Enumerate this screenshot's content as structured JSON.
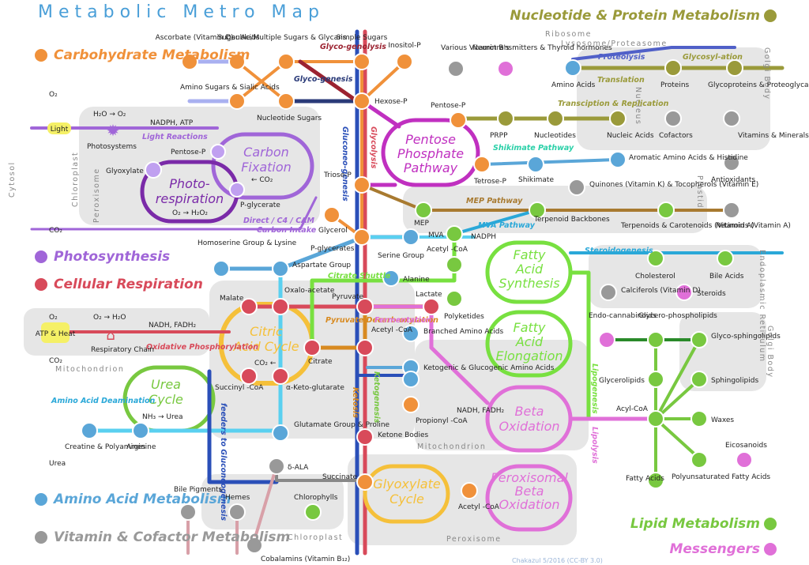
{
  "title": "Metabolic Metro Map",
  "credit": "Chakazul 5/2016 (CC-BY 3.0)",
  "colors": {
    "carbohydrate": "#f0913a",
    "photosynthesis": "#a066d8",
    "respiration": "#d84a5a",
    "amino": "#5aa6d8",
    "vitamin": "#999999",
    "nucleotide": "#9a9a3a",
    "lipid": "#78c840",
    "messenger": "#e070d8"
  },
  "legend": {
    "carbohydrate": "Carbohydrate Metabolism",
    "photosynthesis": "Photosynthesis",
    "respiration": "Cellular Respiration",
    "amino": "Amino Acid Metabolism",
    "vitamin": "Vitamin & Cofactor Metabolism",
    "nucleotide": "Nucleotide & Protein Metabolism",
    "lipid": "Lipid Metabolism",
    "messenger": "Messengers"
  },
  "compartments": {
    "cytosol": "Cytosol",
    "chloroplast_side": "Chloroplast",
    "peroxisome_side": "Peroxisome",
    "mitochondrion": "Mitochondrion",
    "mitochondrion_inner": "Mitochondrion",
    "chloroplast_bottom": "Chloroplast",
    "peroxisome_bottom": "Peroxisome",
    "ribosome": "Ribosome",
    "lysosome": "Lysosome/Proteasome",
    "nucleus": "Nucleus",
    "golgi_top": "Golgi Body",
    "plastid": "Plastid",
    "er": "Endoplasmic Reticulum",
    "golgi_mid": "Golgi Body"
  },
  "cycles": {
    "carbon_fixation": [
      "Carbon",
      "Fixation"
    ],
    "photorespiration": [
      "Photo-",
      "respiration"
    ],
    "pentose": [
      "Pentose",
      "Phosphate",
      "Pathway"
    ],
    "citric": [
      "Citric",
      "Acid Cycle"
    ],
    "urea": [
      "Urea",
      "Cycle"
    ],
    "fa_synth": [
      "Fatty",
      "Acid",
      "Synthesis"
    ],
    "fa_elong": [
      "Fatty",
      "Acid",
      "Elongation"
    ],
    "beta": [
      "Beta",
      "Oxidation"
    ],
    "glyoxylate": [
      "Glyoxylate",
      "Cycle"
    ],
    "perox_beta": [
      "Peroxisomal",
      "Beta",
      "Oxidation"
    ]
  },
  "routes": {
    "glycogenolysis": "Glyco-genolysis",
    "glycogenesis": "Glyco-genesis",
    "gluconeogenesis": "Gluconeo-genesis",
    "glycolysis": "Glycolysis",
    "light_reactions": "Light Reactions",
    "direct_c4": "Direct / C4 / CAM",
    "carbon_intake": "Carbon Intake",
    "shikimate": "Shikimate Pathway",
    "mep_pathway": "MEP Pathway",
    "mva_pathway": "MVA Pathway",
    "steroidogenesis": "Steroidogenesis",
    "proteolysis": "Proteolysis",
    "glycosylation": "Glycosyl-ation",
    "translation": "Translation",
    "transcription": "Transciption & Replication",
    "citrate_shuttle": "Citrate Shuttle",
    "pyruvate_decarb": "Pyruvate Decarb-oxylation",
    "fermentation": "Fermentation",
    "oxidative_phos": "Oxidative Phosphorylation",
    "ketosis": "Ketosis",
    "ketogenesis": "Ketogenesis",
    "lipogenesis": "Lipogenesis",
    "lipolysis": "Lipolysis",
    "amino_deam": "Amino Acid Deamination",
    "feeders": "feeders to Gluconeogenesis"
  },
  "stations": {
    "ascorbate": "Ascorbate (Vitamin C)",
    "sugar_acids": "Sugar Acids",
    "double_sugars": "Double/Multiple Sugars & Glycans",
    "simple_sugars": "Simple Sugars",
    "inositol": "Inositol-P",
    "amino_sugars": "Amino Sugars & Sialic Acids",
    "nucleotide_sugars": "Nucleotide Sugars",
    "hexose_p": "Hexose-P",
    "pentose_p_l": "Pentose-P",
    "pentose_p_r": "Pentose-P",
    "glyoxylate": "Glyoxylate",
    "p_glycerate": "P-glycerate",
    "triose_p": "Triose-P",
    "glycerol": "Glycerol",
    "p_glycerates": "P-glycerates",
    "serine": "Serine Group",
    "homoserine": "Homoserine Group & Lysine",
    "aspartate": "Aspartate Group",
    "oxaloacetate": "Oxalo-acetate",
    "malate": "Malate",
    "pyruvate": "Pyruvate",
    "alanine": "Alanine",
    "lactate": "Lactate",
    "acetyl_coa": "Acetyl -CoA",
    "acetyl_coa_top": "Acetyl -CoA",
    "citrate": "Citrate",
    "succinyl": "Succinyl -CoA",
    "akg": "α-Keto-glutarate",
    "glutamate": "Glutamate Group & Proline",
    "branched": "Branched Amino Acids",
    "ketogenic": "Ketogenic & Glucogenic Amino Acids",
    "propionyl": "Propionyl -CoA",
    "ketone": "Ketone Bodies",
    "creatine": "Creatine & Polyamines",
    "arginine": "Arginine",
    "ala": "δ-ALA",
    "succinate": "Succinate",
    "acetyl_coa_glyox": "Acetyl -CoA",
    "bile_pigments": "Bile Pigments",
    "hemes": "Hemes",
    "chlorophylls": "Chlorophylls",
    "cobalamins": "Cobalamins (Vitamin B₁₂)",
    "various_b": "Various Vitamin B's",
    "neuro": "Neurotransmitters & Thyroid hormones",
    "prpp": "PRPP",
    "nucleotides": "Nucleotides",
    "nucleic": "Nucleic Acids",
    "amino_acids": "Amino Acids",
    "proteins": "Proteins",
    "glycoproteins": "Glycoproteins & Proteoglycans",
    "cofactors": "Cofactors",
    "vitamins": "Vitamins & Minerals",
    "tetrose": "Tetrose-P",
    "shikimate": "Shikimate",
    "aromatic": "Aromatic Amino Acids & Histidine",
    "quinones": "Quinones (Vitamin K) & Tocopherols (Vitamin E)",
    "antioxidants": "Antioxidants",
    "mep": "MEP",
    "mva": "MVA",
    "nadph_mva": "NADPH",
    "terpenoid_bb": "Terpenoid Backbones",
    "terpenoids": "Terpenoids & Carotenoids (Vitamin A)",
    "retinoids": "Retinoids (Vitamin A)",
    "polyketides": "Polyketides",
    "cholesterol": "Cholesterol",
    "bile_acids": "Bile Acids",
    "calciferols": "Calciferols (Vitamin D)",
    "steroids": "Steroids",
    "endocann": "Endo-cannabinoids",
    "glycerophos": "Glycero-phospholipids",
    "glycosphingo": "Glyco-sphingolipids",
    "glycerolipids": "Glycerolipids",
    "sphingolipids": "Sphingolipids",
    "acyl_coa": "Acyl-CoA",
    "waxes": "Waxes",
    "eicosanoids": "Eicosanoids",
    "fatty_acids": "Fatty Acids",
    "pufa": "Polyunsaturated Fatty Acids",
    "light": "Light",
    "atp_heat": "ATP & Heat",
    "respiratory_chain": "Respiratory Chain",
    "photosystems": "Photosystems"
  },
  "annotations": {
    "o2_top": "O₂",
    "h2o_o2": "H₂O → O₂",
    "nadph_atp": "NADPH, ATP",
    "co2_left": "CO₂",
    "co2_fix": "← CO₂",
    "o2_h2o2": "O₂ → H₂O₂",
    "o2_mid": "O₂",
    "o2_h2o": "O₂ → H₂O",
    "nadh_fadh2": "NADH, FADH₂",
    "co2_mito": "CO₂",
    "co2_tca": "CO₂ ←",
    "nh3_urea": "NH₃ → Urea",
    "urea": "Urea",
    "nadh_fadh2_beta": "NADH, FADH₂"
  }
}
